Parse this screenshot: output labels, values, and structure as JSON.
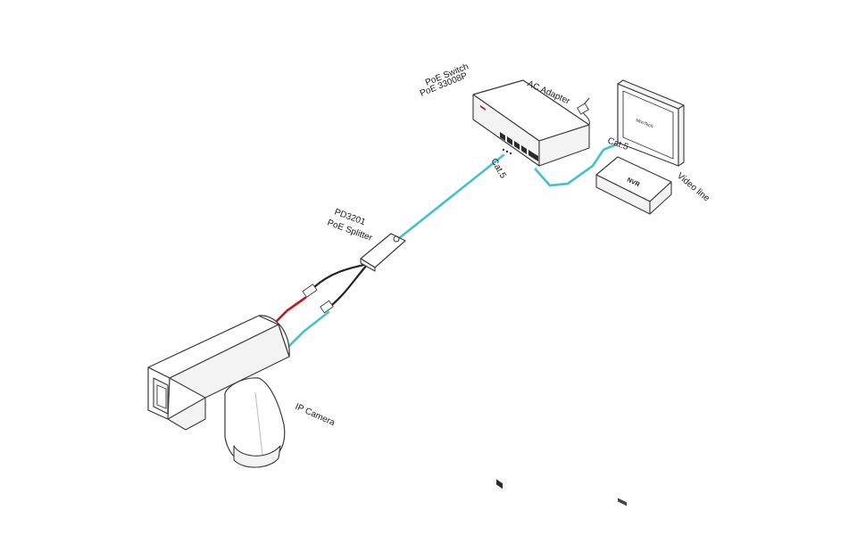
{
  "labels": {
    "poe_switch_line1": "PoE  Switch",
    "poe_switch_line2": "PoE 33008P",
    "ac_adapter": "AC Adapter",
    "cat5_top": "Cat.5",
    "cat5_nvr": "Cat.5",
    "video_line": "Video line",
    "nvr": "NVR",
    "monitor_brand": "MonTech",
    "splitter_line1": "PD3201",
    "splitter_line2": "PoE Splitter",
    "ip_camera": "IP Camera"
  },
  "colors": {
    "cat5_cable": "#6fd3d8",
    "power_red": "#c8141b",
    "power_black": "#222222",
    "outline": "#3a3a3a"
  }
}
